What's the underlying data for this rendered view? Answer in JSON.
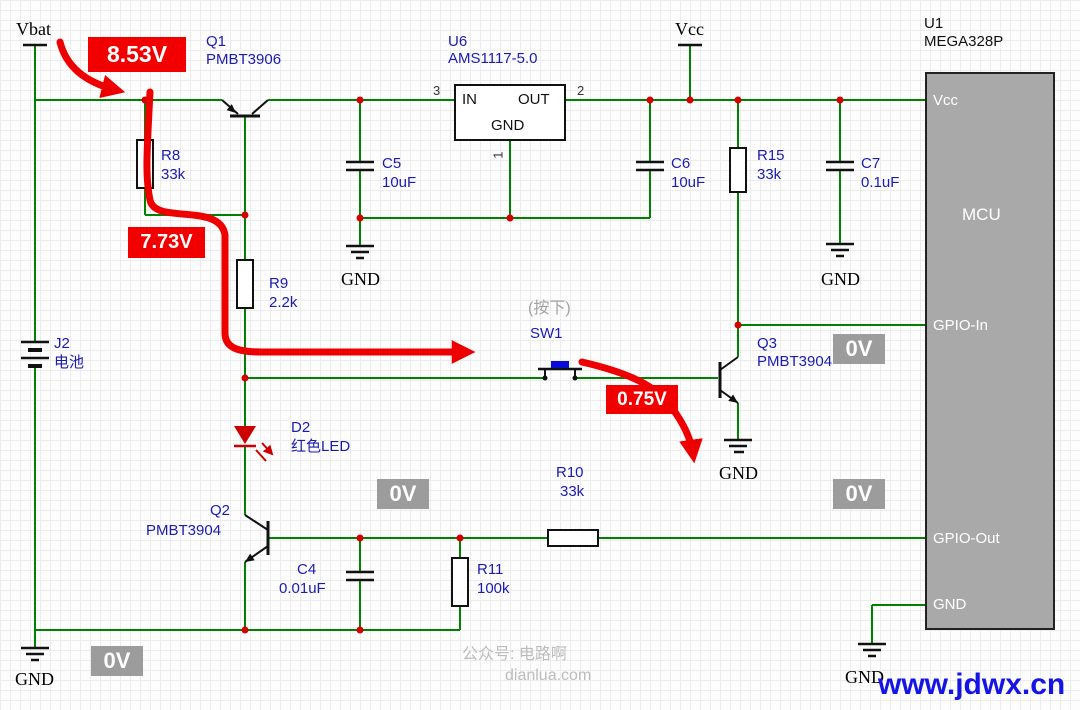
{
  "nets": {
    "vbat": "Vbat",
    "vcc": "Vcc",
    "gnd": "GND"
  },
  "voltage_annotations": {
    "vbat_rail": "8.53V",
    "q1_base": "7.73V",
    "q3_base": "0.75V"
  },
  "zero_badges": {
    "gpio_in": "0V",
    "gpio_out_wire": "0V",
    "gpio_out_pin": "0V",
    "gnd_rail": "0V"
  },
  "components": {
    "q1": {
      "ref": "Q1",
      "value": "PMBT3906"
    },
    "q2": {
      "ref": "Q2",
      "value": "PMBT3904"
    },
    "q3": {
      "ref": "Q3",
      "value": "PMBT3904"
    },
    "u6": {
      "ref": "U6",
      "value": "AMS1117-5.0",
      "pin_in_label": "IN",
      "pin_out_label": "OUT",
      "pin_gnd_label": "GND",
      "pin_in_num": "3",
      "pin_out_num": "2",
      "pin_gnd_num": "1"
    },
    "u1": {
      "ref": "U1",
      "value": "MEGA328P",
      "pin_vcc": "Vcc",
      "body_label": "MCU",
      "pin_gpio_in": "GPIO-In",
      "pin_gpio_out": "GPIO-Out",
      "pin_gnd": "GND"
    },
    "r8": {
      "ref": "R8",
      "value": "33k"
    },
    "r9": {
      "ref": "R9",
      "value": "2.2k"
    },
    "r10": {
      "ref": "R10",
      "value": "33k"
    },
    "r11": {
      "ref": "R11",
      "value": "100k"
    },
    "r15": {
      "ref": "R15",
      "value": "33k"
    },
    "c4": {
      "ref": "C4",
      "value": "0.01uF"
    },
    "c5": {
      "ref": "C5",
      "value": "10uF"
    },
    "c6": {
      "ref": "C6",
      "value": "10uF"
    },
    "c7": {
      "ref": "C7",
      "value": "0.1uF"
    },
    "j2": {
      "ref": "J2",
      "value": "电池"
    },
    "d2": {
      "ref": "D2",
      "value": "红色LED"
    },
    "sw1": {
      "ref": "SW1",
      "note": "(按下)"
    }
  },
  "watermarks": {
    "wechat": "公众号: 电路啊",
    "site": "dianlua.com",
    "corner": "www.jdwx.cn"
  },
  "colors": {
    "wire": "#008200",
    "junction": "#d40000",
    "flow_arrow": "#ee0000",
    "annotation_bg": "#f20000",
    "badge_bg": "#9c9c9c",
    "label_blue": "#1b1bb0",
    "mcu_fill": "#a9a9a9"
  }
}
